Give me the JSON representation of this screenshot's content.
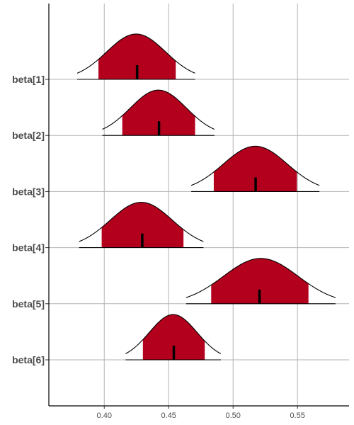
{
  "chart_data": {
    "type": "area",
    "title": "",
    "xlabel": "",
    "ylabel": "",
    "xlim": [
      0.357,
      0.59
    ],
    "x_ticks": [
      0.4,
      0.45,
      0.5,
      0.55
    ],
    "x_tick_labels": [
      "0.40",
      "0.45",
      "0.50",
      "0.55"
    ],
    "grid": true,
    "fill_color": "#b2001d",
    "outline_color": "#000000",
    "categories": [
      "beta[1]",
      "beta[2]",
      "beta[3]",
      "beta[4]",
      "beta[5]",
      "beta[6]"
    ],
    "series": [
      {
        "label": "beta[1]",
        "median": 0.4255,
        "inner": [
          0.3955,
          0.4555
        ],
        "outer": [
          0.379,
          0.4705
        ]
      },
      {
        "label": "beta[2]",
        "median": 0.4425,
        "inner": [
          0.414,
          0.4705
        ],
        "outer": [
          0.3985,
          0.4855
        ]
      },
      {
        "label": "beta[3]",
        "median": 0.5175,
        "inner": [
          0.485,
          0.5495
        ],
        "outer": [
          0.4675,
          0.567
        ]
      },
      {
        "label": "beta[4]",
        "median": 0.4295,
        "inner": [
          0.398,
          0.4615
        ],
        "outer": [
          0.3805,
          0.477
        ]
      },
      {
        "label": "beta[5]",
        "median": 0.5205,
        "inner": [
          0.483,
          0.5585
        ],
        "outer": [
          0.4635,
          0.5795
        ]
      },
      {
        "label": "beta[6]",
        "median": 0.454,
        "inner": [
          0.43,
          0.478
        ],
        "outer": [
          0.4165,
          0.4905
        ]
      }
    ]
  }
}
